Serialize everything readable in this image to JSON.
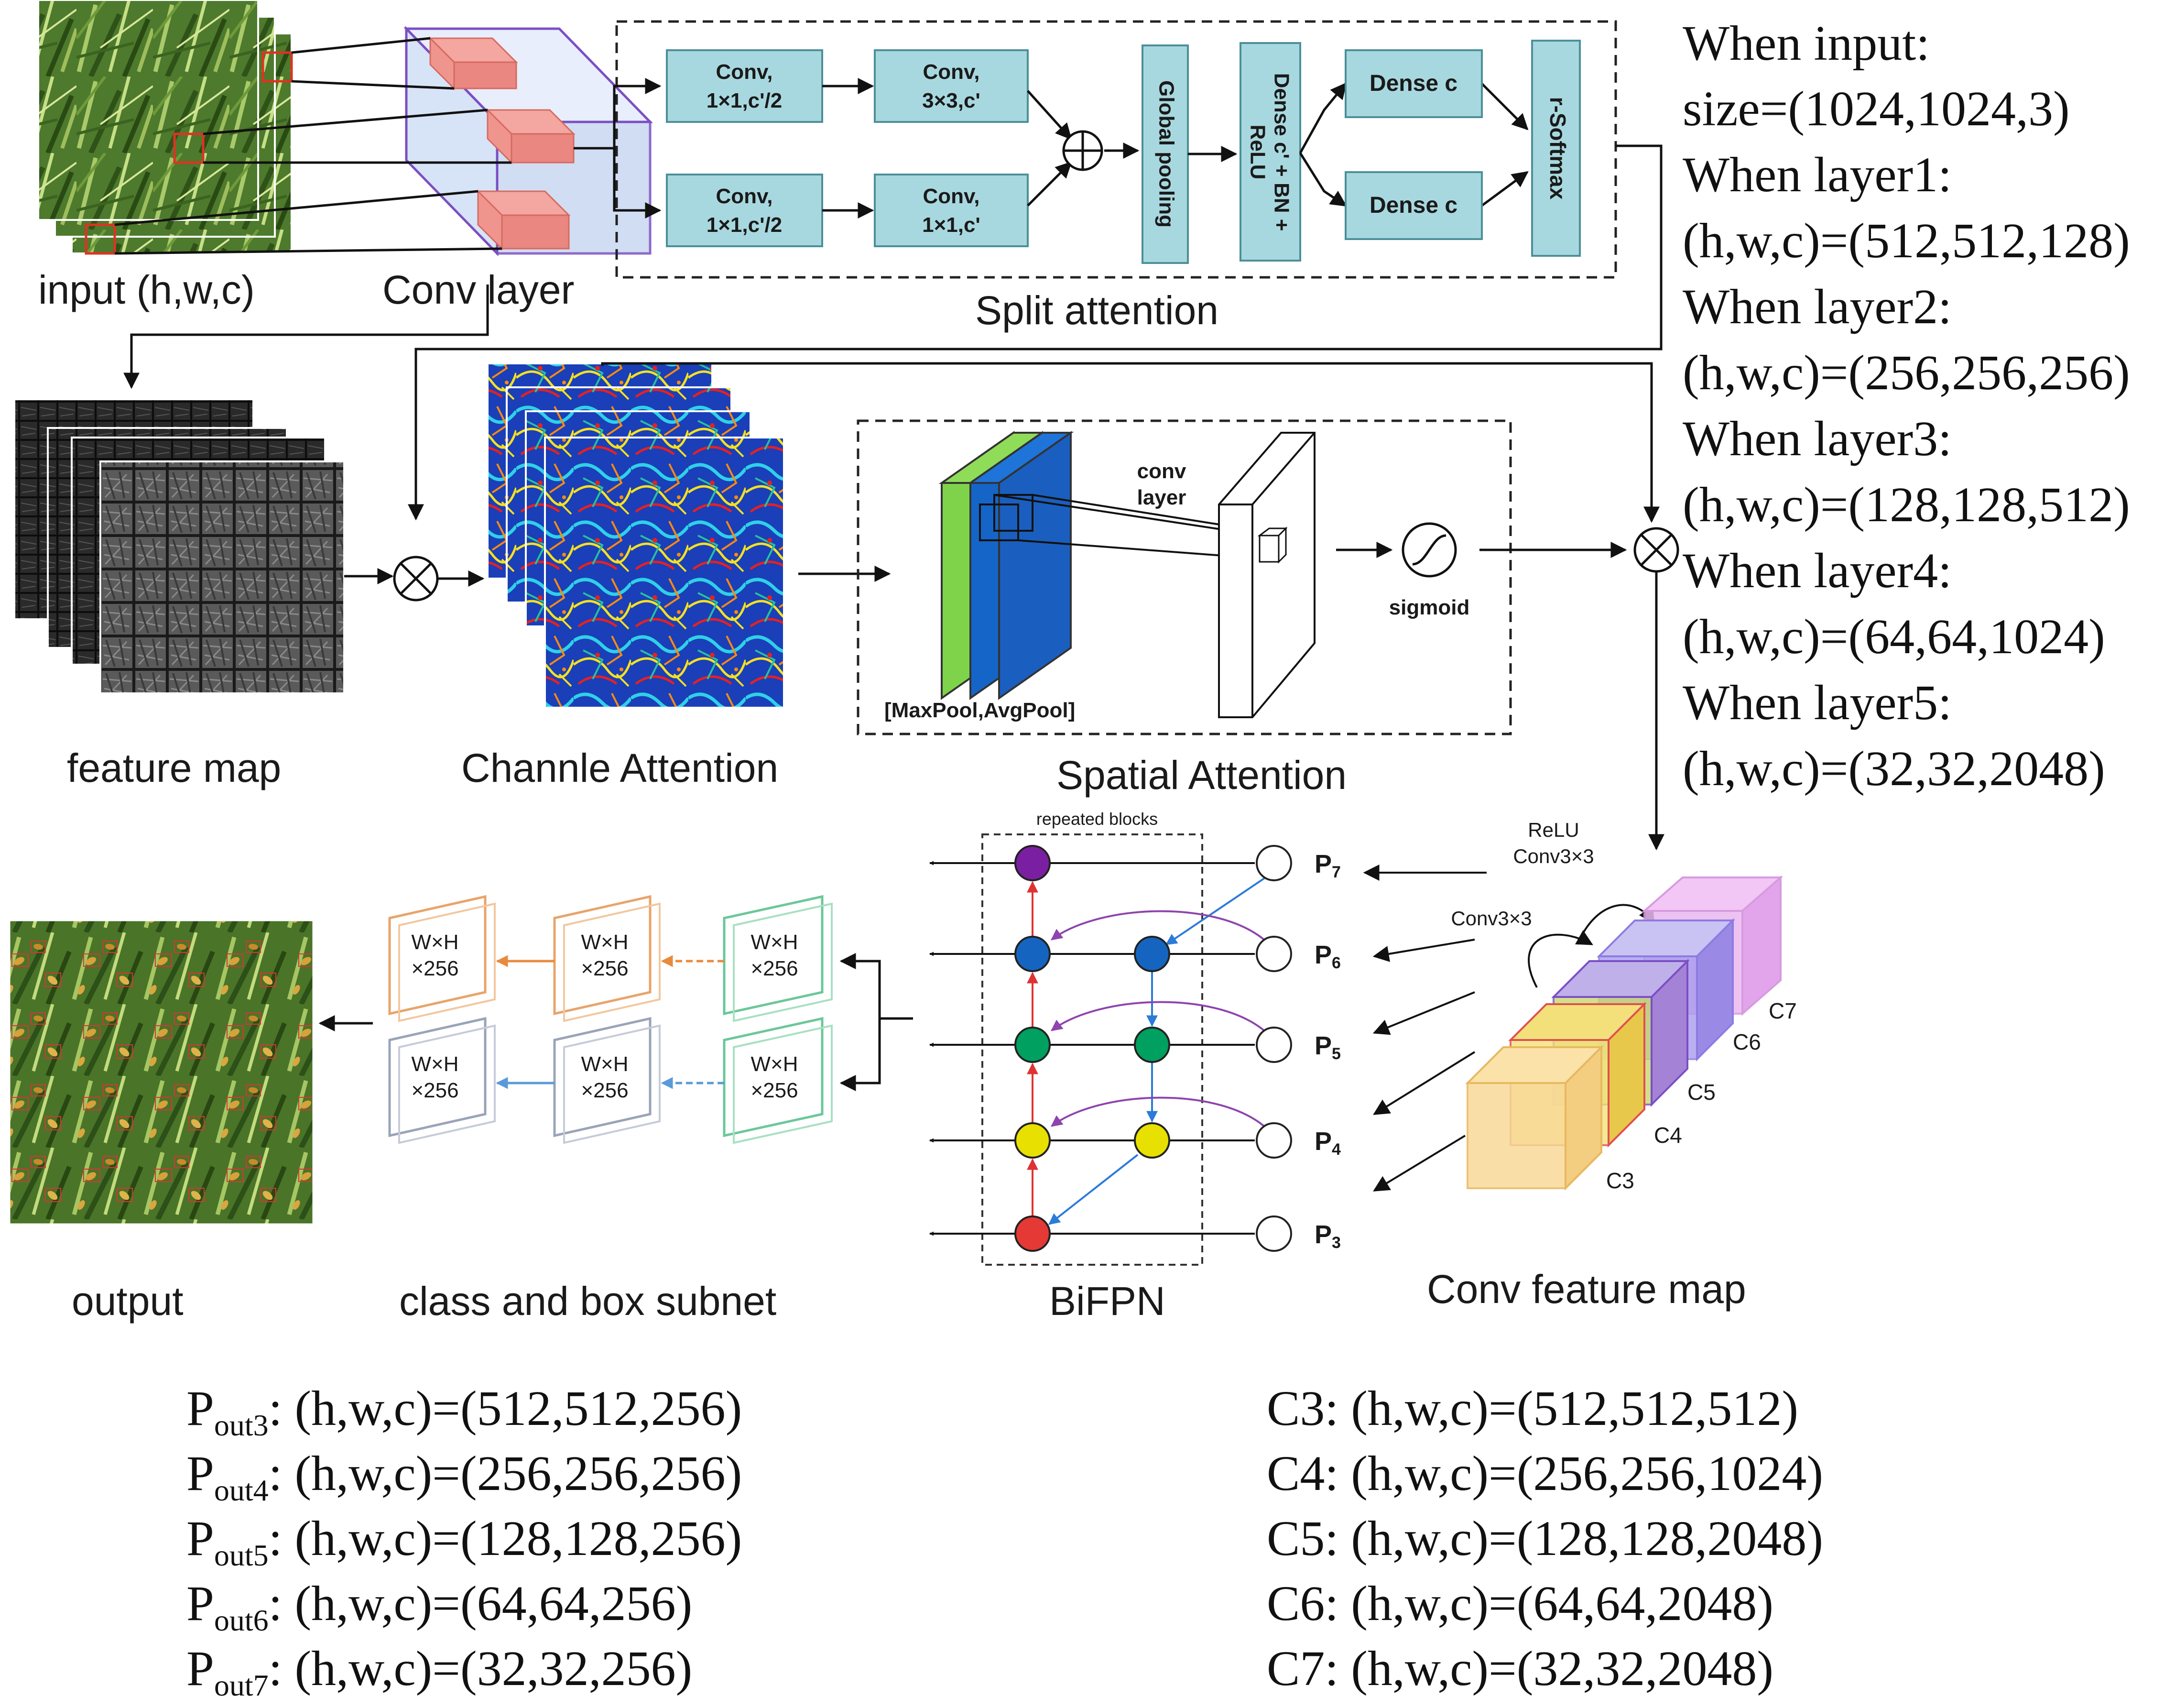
{
  "captions": {
    "input": "input (h,w,c)",
    "conv_layer": "Conv layer",
    "split_attention": "Split attention",
    "feature_map": "feature map",
    "channel_attention": "Channle Attention",
    "spatial_attention": "Spatial Attention",
    "output": "output",
    "class_box_subnet": "class and box subnet",
    "bifpn": "BiFPN",
    "conv_feature_map": "Conv feature map"
  },
  "split_attention": {
    "conv1": [
      "Conv,",
      "1×1,c'/2"
    ],
    "conv2": [
      "Conv,",
      "3×3,c'"
    ],
    "conv3": [
      "Conv,",
      "1×1,c'/2"
    ],
    "conv4": [
      "Conv,",
      "1×1,c'"
    ],
    "global_pooling": "Global pooling",
    "dense_bn": [
      "Dense c' + BN +",
      "ReLU"
    ],
    "dense_c": "Dense c",
    "r_softmax": "r-Softmax"
  },
  "spatial": {
    "conv_layer": [
      "conv",
      "layer"
    ],
    "sigmoid": "sigmoid",
    "pool": "[MaxPool,AvgPool]"
  },
  "bifpn": {
    "repeated_blocks": "repeated blocks",
    "levels": [
      {
        "main": "P",
        "sub": "7",
        "color": "#7b1fa2"
      },
      {
        "main": "P",
        "sub": "6",
        "color": "#1565c0"
      },
      {
        "main": "P",
        "sub": "5",
        "color": "#00a060"
      },
      {
        "main": "P",
        "sub": "4",
        "color": "#e8e000"
      },
      {
        "main": "P",
        "sub": "3",
        "color": "#e53935"
      }
    ]
  },
  "conv_feature": {
    "relu": "ReLU",
    "conv33a": "Conv3×3",
    "conv33b": "Conv3×3",
    "cubes": [
      "C7",
      "C6",
      "C5",
      "C4",
      "C3"
    ]
  },
  "subnet": {
    "box_line1": "W×H",
    "box_line2": "×256"
  },
  "layers_info": [
    "When input:",
    "size=(1024,1024,3)",
    "When layer1:",
    "(h,w,c)=(512,512,128)",
    "When layer2:",
    "(h,w,c)=(256,256,256)",
    "When layer3:",
    "(h,w,c)=(128,128,512)",
    "When layer4:",
    "(h,w,c)=(64,64,1024)",
    "When layer5:",
    "(h,w,c)=(32,32,2048)"
  ],
  "pout": [
    {
      "main": "P",
      "sub": "out3",
      "text": ": (h,w,c)=(512,512,256)"
    },
    {
      "main": "P",
      "sub": "out4",
      "text": ": (h,w,c)=(256,256,256)"
    },
    {
      "main": "P",
      "sub": "out5",
      "text": ": (h,w,c)=(128,128,256)"
    },
    {
      "main": "P",
      "sub": "out6",
      "text": ": (h,w,c)=(64,64,256)"
    },
    {
      "main": "P",
      "sub": "out7",
      "text": ": (h,w,c)=(32,32,256)"
    }
  ],
  "c_info": [
    "C3: (h,w,c)=(512,512,512)",
    "C4: (h,w,c)=(256,256,1024)",
    "C5: (h,w,c)=(128,128,2048)",
    "C6: (h,w,c)=(64,64,2048)",
    "C7: (h,w,c)=(32,32,2048)"
  ],
  "colors": {
    "box_fill": "#a8d8df",
    "box_stroke": "#4c8f99",
    "vegetation": "#4d7a2c",
    "heat_blue": "#1a3fb8"
  }
}
